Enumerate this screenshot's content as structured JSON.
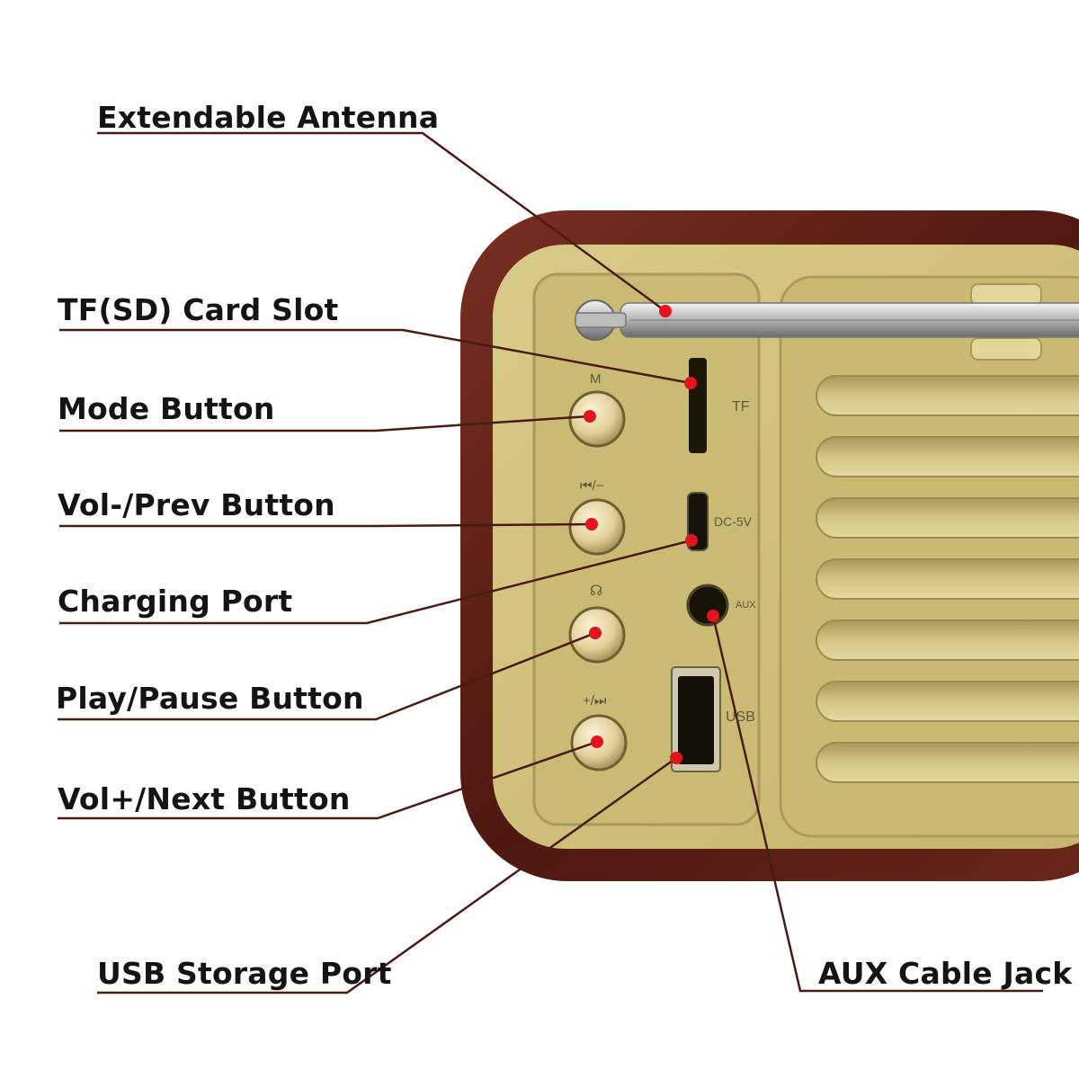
{
  "callouts": {
    "antenna": "Extendable Antenna",
    "tf_slot": "TF(SD) Card Slot",
    "mode": "Mode Button",
    "vol_prev": "Vol-/Prev Button",
    "charging": "Charging Port",
    "play_pause": "Play/Pause Button",
    "vol_next": "Vol+/Next Button",
    "usb": "USB Storage Port",
    "aux": "AUX Cable Jack"
  },
  "panel": {
    "tf": "TF",
    "dc": "DC-5V",
    "aux": "AUX",
    "usb": "USB",
    "mode_symbol": "M",
    "prev_symbol": "⏮/−",
    "play_symbol": "☊",
    "next_symbol": "+/⏭"
  },
  "colors": {
    "wood": "#5a1e16",
    "panel": "#cfc07a",
    "leader": "#4a1a15",
    "marker": "#e4141c"
  }
}
